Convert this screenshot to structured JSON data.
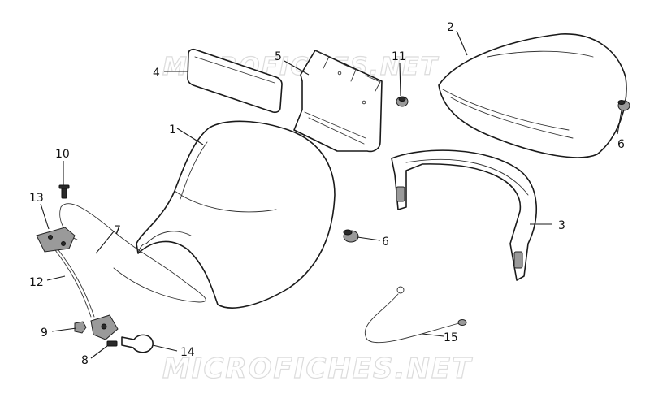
{
  "watermark": "MICROFICHES.NET",
  "callouts": {
    "p1": "1",
    "p2": "2",
    "p3": "3",
    "p4": "4",
    "p5": "5",
    "p6a": "6",
    "p6b": "6",
    "p7": "7",
    "p8": "8",
    "p9": "9",
    "p10": "10",
    "p11": "11",
    "p12": "12",
    "p13": "13",
    "p14": "14",
    "p15": "15"
  }
}
